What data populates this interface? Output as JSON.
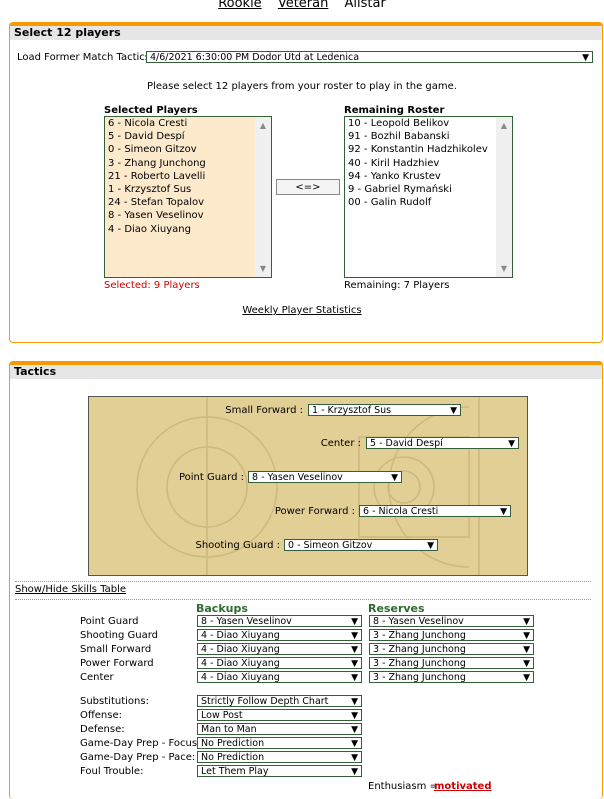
{
  "topnav": {
    "rookie": "Rookie",
    "veteran": "Veteran",
    "allstar": "Allstar"
  },
  "select": {
    "header": "Select 12 players",
    "load_label": "Load Former Match Tactics:",
    "load_value": "4/6/2021 6:30:00 PM Dodor Utd at Ledenica",
    "instruction": "Please select 12 players from your roster to play in the game.",
    "selected_title": "Selected Players",
    "selected": [
      "6 - Nicola Cresti",
      "5 - David Despí",
      "0 - Simeon Gitzov",
      "3 - Zhang Junchong",
      "21 - Roberto Lavelli",
      "1 - Krzysztof Sus",
      "24 - Stefan Topalov",
      "8 - Yasen Veselinov",
      "4 - Diao Xiuyang"
    ],
    "remaining_title": "Remaining Roster",
    "remaining": [
      "10 - Leopold Belikov",
      "91 - Bozhil Babanski",
      "92 - Konstantin Hadzhikolev",
      "40 - Kiril Hadzhiev",
      "94 - Yanko Krustev",
      "9 - Gabriel Rymański",
      "00 - Galin Rudolf"
    ],
    "swap_label": "<=>",
    "selected_count": "Selected: 9 Players",
    "remaining_count": "Remaining: 7 Players",
    "stats_link": "Weekly Player Statistics",
    "colors": {
      "accent": "#f59a00",
      "selected_bg": "#fde9cc",
      "red": "#cc0000"
    }
  },
  "tactics": {
    "header": "Tactics",
    "court": [
      {
        "label": "Small Forward :",
        "value": "1 - Krzysztof Sus"
      },
      {
        "label": "Center :",
        "value": "5 - David Despí"
      },
      {
        "label": "Point Guard :",
        "value": "8 - Yasen Veselinov"
      },
      {
        "label": "Power Forward :",
        "value": "6 - Nicola Cresti"
      },
      {
        "label": "Shooting Guard :",
        "value": "0 - Simeon Gitzov"
      }
    ],
    "skills_link": "Show/Hide Skills Table",
    "backups_title": "Backups",
    "reserves_title": "Reserves",
    "depth": [
      {
        "pos": "Point Guard",
        "backup": "8 - Yasen Veselinov",
        "reserve": "8 - Yasen Veselinov"
      },
      {
        "pos": "Shooting Guard",
        "backup": "4 - Diao Xiuyang",
        "reserve": "3 - Zhang Junchong"
      },
      {
        "pos": "Small Forward",
        "backup": "4 - Diao Xiuyang",
        "reserve": "3 - Zhang Junchong"
      },
      {
        "pos": "Power Forward",
        "backup": "4 - Diao Xiuyang",
        "reserve": "3 - Zhang Junchong"
      },
      {
        "pos": "Center",
        "backup": "4 - Diao Xiuyang",
        "reserve": "3 - Zhang Junchong"
      }
    ],
    "settings": [
      {
        "label": "Substitutions:",
        "value": "Strictly Follow Depth Chart"
      },
      {
        "label": "Offense:",
        "value": "Low Post"
      },
      {
        "label": "Defense:",
        "value": "Man to Man"
      },
      {
        "label": "Game-Day Prep - Focus:",
        "value": "No Prediction"
      },
      {
        "label": "Game-Day Prep - Pace:",
        "value": "No Prediction"
      },
      {
        "label": "Foul Trouble:",
        "value": "Let Them Play"
      }
    ],
    "enthusiasm_label": "Enthusiasm =",
    "enthusiasm_value": "motivated"
  }
}
